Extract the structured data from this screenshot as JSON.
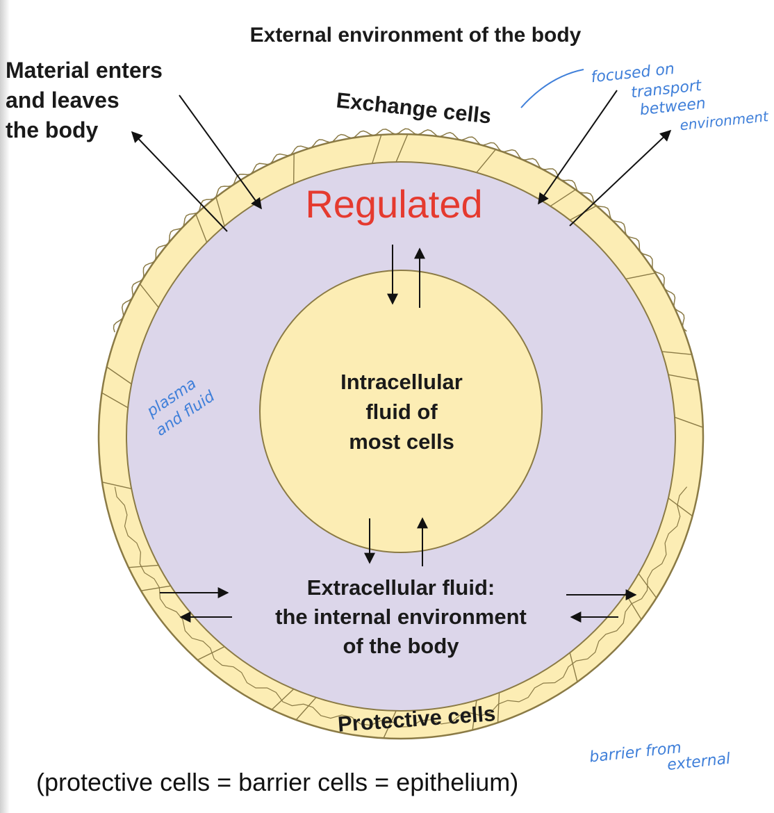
{
  "labels": {
    "external_env": "External environment of the body",
    "material_line1": "Material enters",
    "material_line2": "and leaves",
    "material_line3": "the body",
    "exchange": "Exchange cells",
    "regulated": "Regulated",
    "icf_line1": "Intracellular",
    "icf_line2": "fluid of",
    "icf_line3": "most cells",
    "ecf_line1": "Extracellular fluid:",
    "ecf_line2": "the internal environment",
    "ecf_line3": "of the body",
    "protective": "Protective cells",
    "footnote": "(protective cells = barrier cells = epithelium)"
  },
  "handwritten": {
    "focused_line1": "focused on",
    "focused_line2": "transport",
    "focused_line3": "between",
    "focused_line4": "environment",
    "plasma_line1": "plasma",
    "plasma_line2": "and fluid",
    "barrier_line1": "barrier from",
    "barrier_line2": "external"
  },
  "colors": {
    "cell_layer": "#fcedb4",
    "extracellular": "#dcd6ea",
    "intracellular": "#fcedb4",
    "outline": "#8a7a45",
    "regulated": "#e53a2f",
    "handwriting": "#3f7fd9"
  }
}
